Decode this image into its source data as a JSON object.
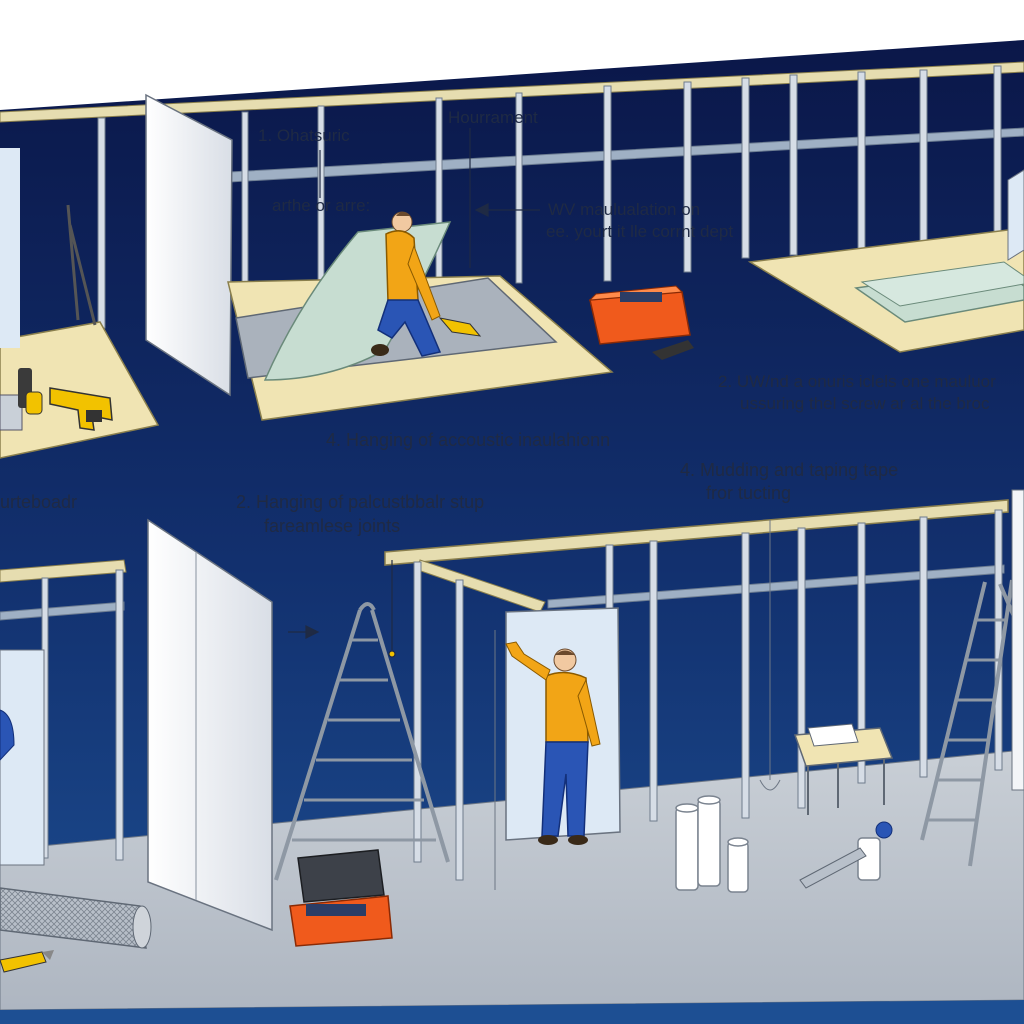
{
  "labels": {
    "step1_title": "1.  Ohatsuric",
    "step1_sub": "arthe or arre:",
    "top_heading": "Hourrament",
    "insulation_line1": "WV maulualation on",
    "insulation_line2": "ee. yourt it lle corrnt dept",
    "step2_right_line1": "2.  UW/nd a onuris iclels one mauluor",
    "step2_right_line2": "ussuring thel screw ar al the broc",
    "step4_top": "4.  Hanging of accoustic inaulahionn",
    "step4_mid_line1": "4.  Mudding and taping tape",
    "step4_mid_line2": "fror tucting",
    "step2_mid_line1": "2.  Hanging of palcustbbalr stup",
    "step2_mid_line2": "fareamlese joints",
    "left_cut_label": "urteboadr"
  },
  "colors": {
    "background_navy": "#0d1b4f",
    "floor_blue": "#1d4f93",
    "platform_tan": "#f0e4b3",
    "stud_steel": "#c9d3df",
    "drywall_white": "#f3f5f8",
    "worker_shirt": "#f2a516",
    "worker_pants": "#2a55b5",
    "toolbox_orange": "#f05a1c"
  }
}
